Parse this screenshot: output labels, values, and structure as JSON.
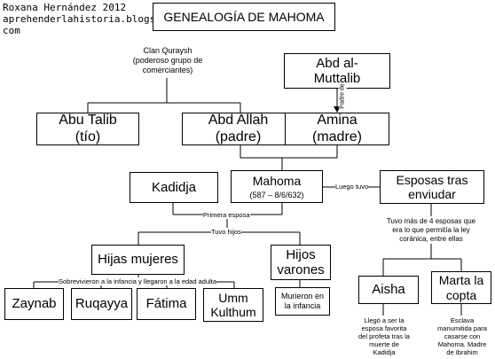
{
  "credit": {
    "author": "Roxana Hernández 2012",
    "blog_line1": "aprehenderlahistoria.blogspot.",
    "blog_line2": "com"
  },
  "title": "GENEALOGÍA DE MAHOMA",
  "nodes": {
    "abd_muttalib_l1": "Abd al-",
    "abd_muttalib_l2": "Muttalib",
    "abu_talib_l1": "Abu Talib",
    "abu_talib_l2": "(tío)",
    "abd_allah_l1": "Abd Allah",
    "abd_allah_l2": "(padre)",
    "amina_l1": "Amina",
    "amina_l2": "(madre)",
    "mahoma_l1": "Mahoma",
    "mahoma_l2": "(587 – 8/6/632)",
    "kadidja": "Kadidja",
    "esposas_l1": "Esposas tras",
    "esposas_l2": "enviudar",
    "hijas": "Hijas mujeres",
    "hijos_l1": "Hijos",
    "hijos_l2": "varones",
    "zaynab": "Zaynab",
    "ruqayya": "Ruqayya",
    "fatima": "Fátima",
    "umm_l1": "Umm",
    "umm_l2": "Kulthum",
    "aisha": "Aisha",
    "marta_l1": "Marta la",
    "marta_l2": "copta"
  },
  "notes": {
    "quraysh_l1": "Clan Quraysh",
    "quraysh_l2": "(poderoso grupo de",
    "quraysh_l3": "comerciantes)",
    "murieron_l1": "Murieron en",
    "murieron_l2": "la infancia",
    "tuvo_mas_l1": "Tuvo más de 4 esposas que",
    "tuvo_mas_l2": "era lo que permitía la ley",
    "tuvo_mas_l3": "coránica, entre ellas",
    "aisha_l1": "Llegó a ser la",
    "aisha_l2": "esposa favorita",
    "aisha_l3": "del profeta tras la",
    "aisha_l4": "muerte de",
    "aisha_l5": "Kadidja",
    "marta_l1": "Esclava",
    "marta_l2": "manumitida para",
    "marta_l3": "casarse con",
    "marta_l4": "Mahoma. Madre",
    "marta_l5": "de Ibrahim"
  },
  "edge_labels": {
    "padre_de": "Padre de",
    "luego_tuvo": "Luego tuvo",
    "primera_esposa": "Primera esposa",
    "tuvo_hijos": "Tuvo hijos",
    "sobrevivieron": "Sobrevivieron a la infancia y llegaron a la edad adulta"
  }
}
